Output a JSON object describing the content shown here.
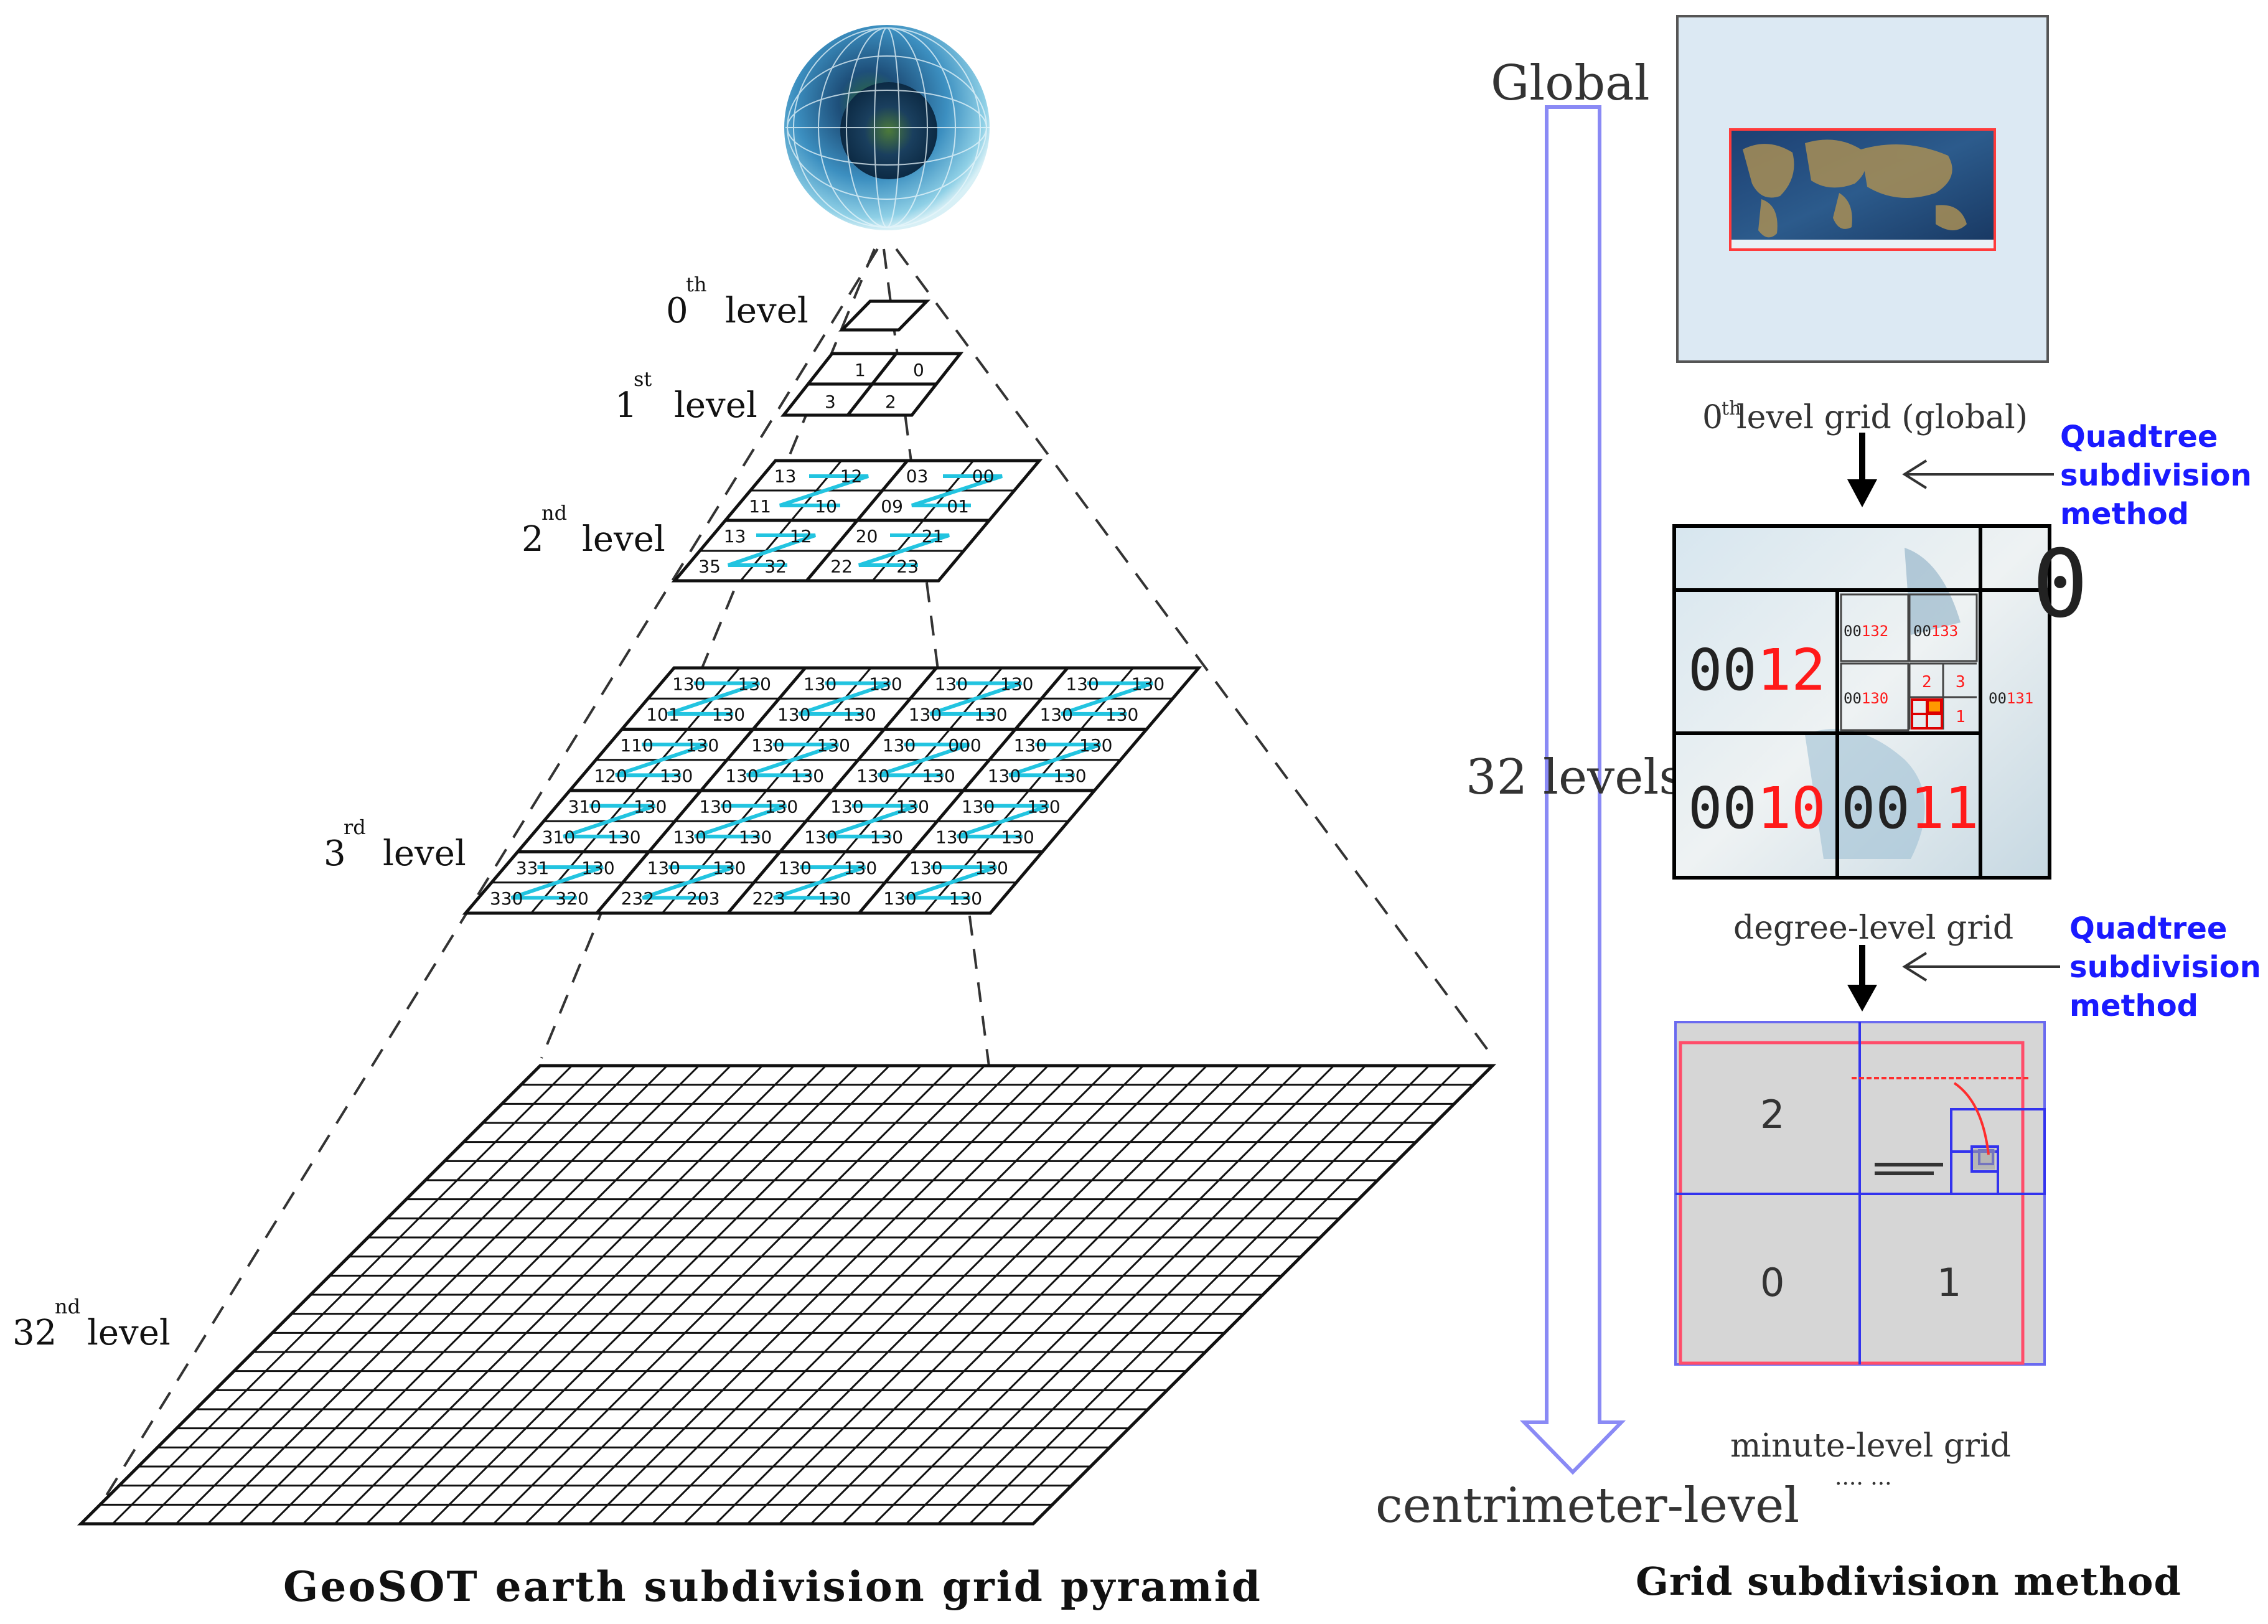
{
  "pyramid": {
    "levels": [
      {
        "num": "0",
        "sup": "th",
        "word": "level"
      },
      {
        "num": "1",
        "sup": "st",
        "word": "level"
      },
      {
        "num": "2",
        "sup": "nd",
        "word": "level"
      },
      {
        "num": "3",
        "sup": "rd",
        "word": "level"
      },
      {
        "num": "32",
        "sup": "nd",
        "word": "level"
      }
    ],
    "level1_cells": [
      "1",
      "0",
      "3",
      "2"
    ],
    "level2_cells": [
      [
        "13",
        "12",
        "03",
        "00"
      ],
      [
        "11",
        "10",
        "09",
        "01"
      ],
      [
        "13",
        "12",
        "20",
        "21"
      ],
      [
        "35",
        "32",
        "22",
        "23"
      ]
    ],
    "level3_cells": [
      [
        "130",
        "130",
        "130",
        "130",
        "130",
        "130",
        "130",
        "130"
      ],
      [
        "101",
        "130",
        "130",
        "130",
        "130",
        "130",
        "130",
        "130"
      ],
      [
        "110",
        "130",
        "130",
        "130",
        "130",
        "000",
        "130",
        "130"
      ],
      [
        "120",
        "130",
        "130",
        "130",
        "130",
        "130",
        "130",
        "130"
      ],
      [
        "310",
        "130",
        "130",
        "130",
        "130",
        "130",
        "130",
        "130"
      ],
      [
        "310",
        "130",
        "130",
        "130",
        "130",
        "130",
        "130",
        "130"
      ],
      [
        "331",
        "130",
        "130",
        "130",
        "130",
        "130",
        "130",
        "130"
      ],
      [
        "330",
        "320",
        "232",
        "203",
        "223",
        "130",
        "130",
        "130"
      ]
    ],
    "caption": "GeoSOT earth subdivision grid pyramid"
  },
  "method": {
    "global_label": "Global",
    "levels_label": "32 levels",
    "bottom_label": "centrimeter-level",
    "grid0_label_pre": "0",
    "grid0_label_sup": "th",
    "grid0_label_post": " level grid (global)",
    "degree_label": "degree-level grid",
    "minute_label": "minute-level grid",
    "ellipsis": ".... ...",
    "quadtree": [
      "Quadtree",
      "subdivision",
      "method"
    ],
    "degree_codes": {
      "c0012_a": "00",
      "c0012_b": "12",
      "c0010_a": "00",
      "c0010_b": "10",
      "c0011_a": "00",
      "c0011_b": "11",
      "c00132_a": "00",
      "c00132_b": "132",
      "c00133_a": "00",
      "c00133_b": "133",
      "c00130_a": "00",
      "c00130_b": "130",
      "c00131_a": "00",
      "c00131_b": "131",
      "q2": "2",
      "q3": "3",
      "q1": "1",
      "cut": "0"
    },
    "minute_quadrants": [
      "2",
      "0",
      "1"
    ],
    "caption": "Grid subdivision method"
  },
  "colors": {
    "accent_blue": "#1a1aff",
    "code_red": "#ff1a1a",
    "z_curve": "#22c4e0",
    "arrow_outline": "#8a8af5"
  }
}
